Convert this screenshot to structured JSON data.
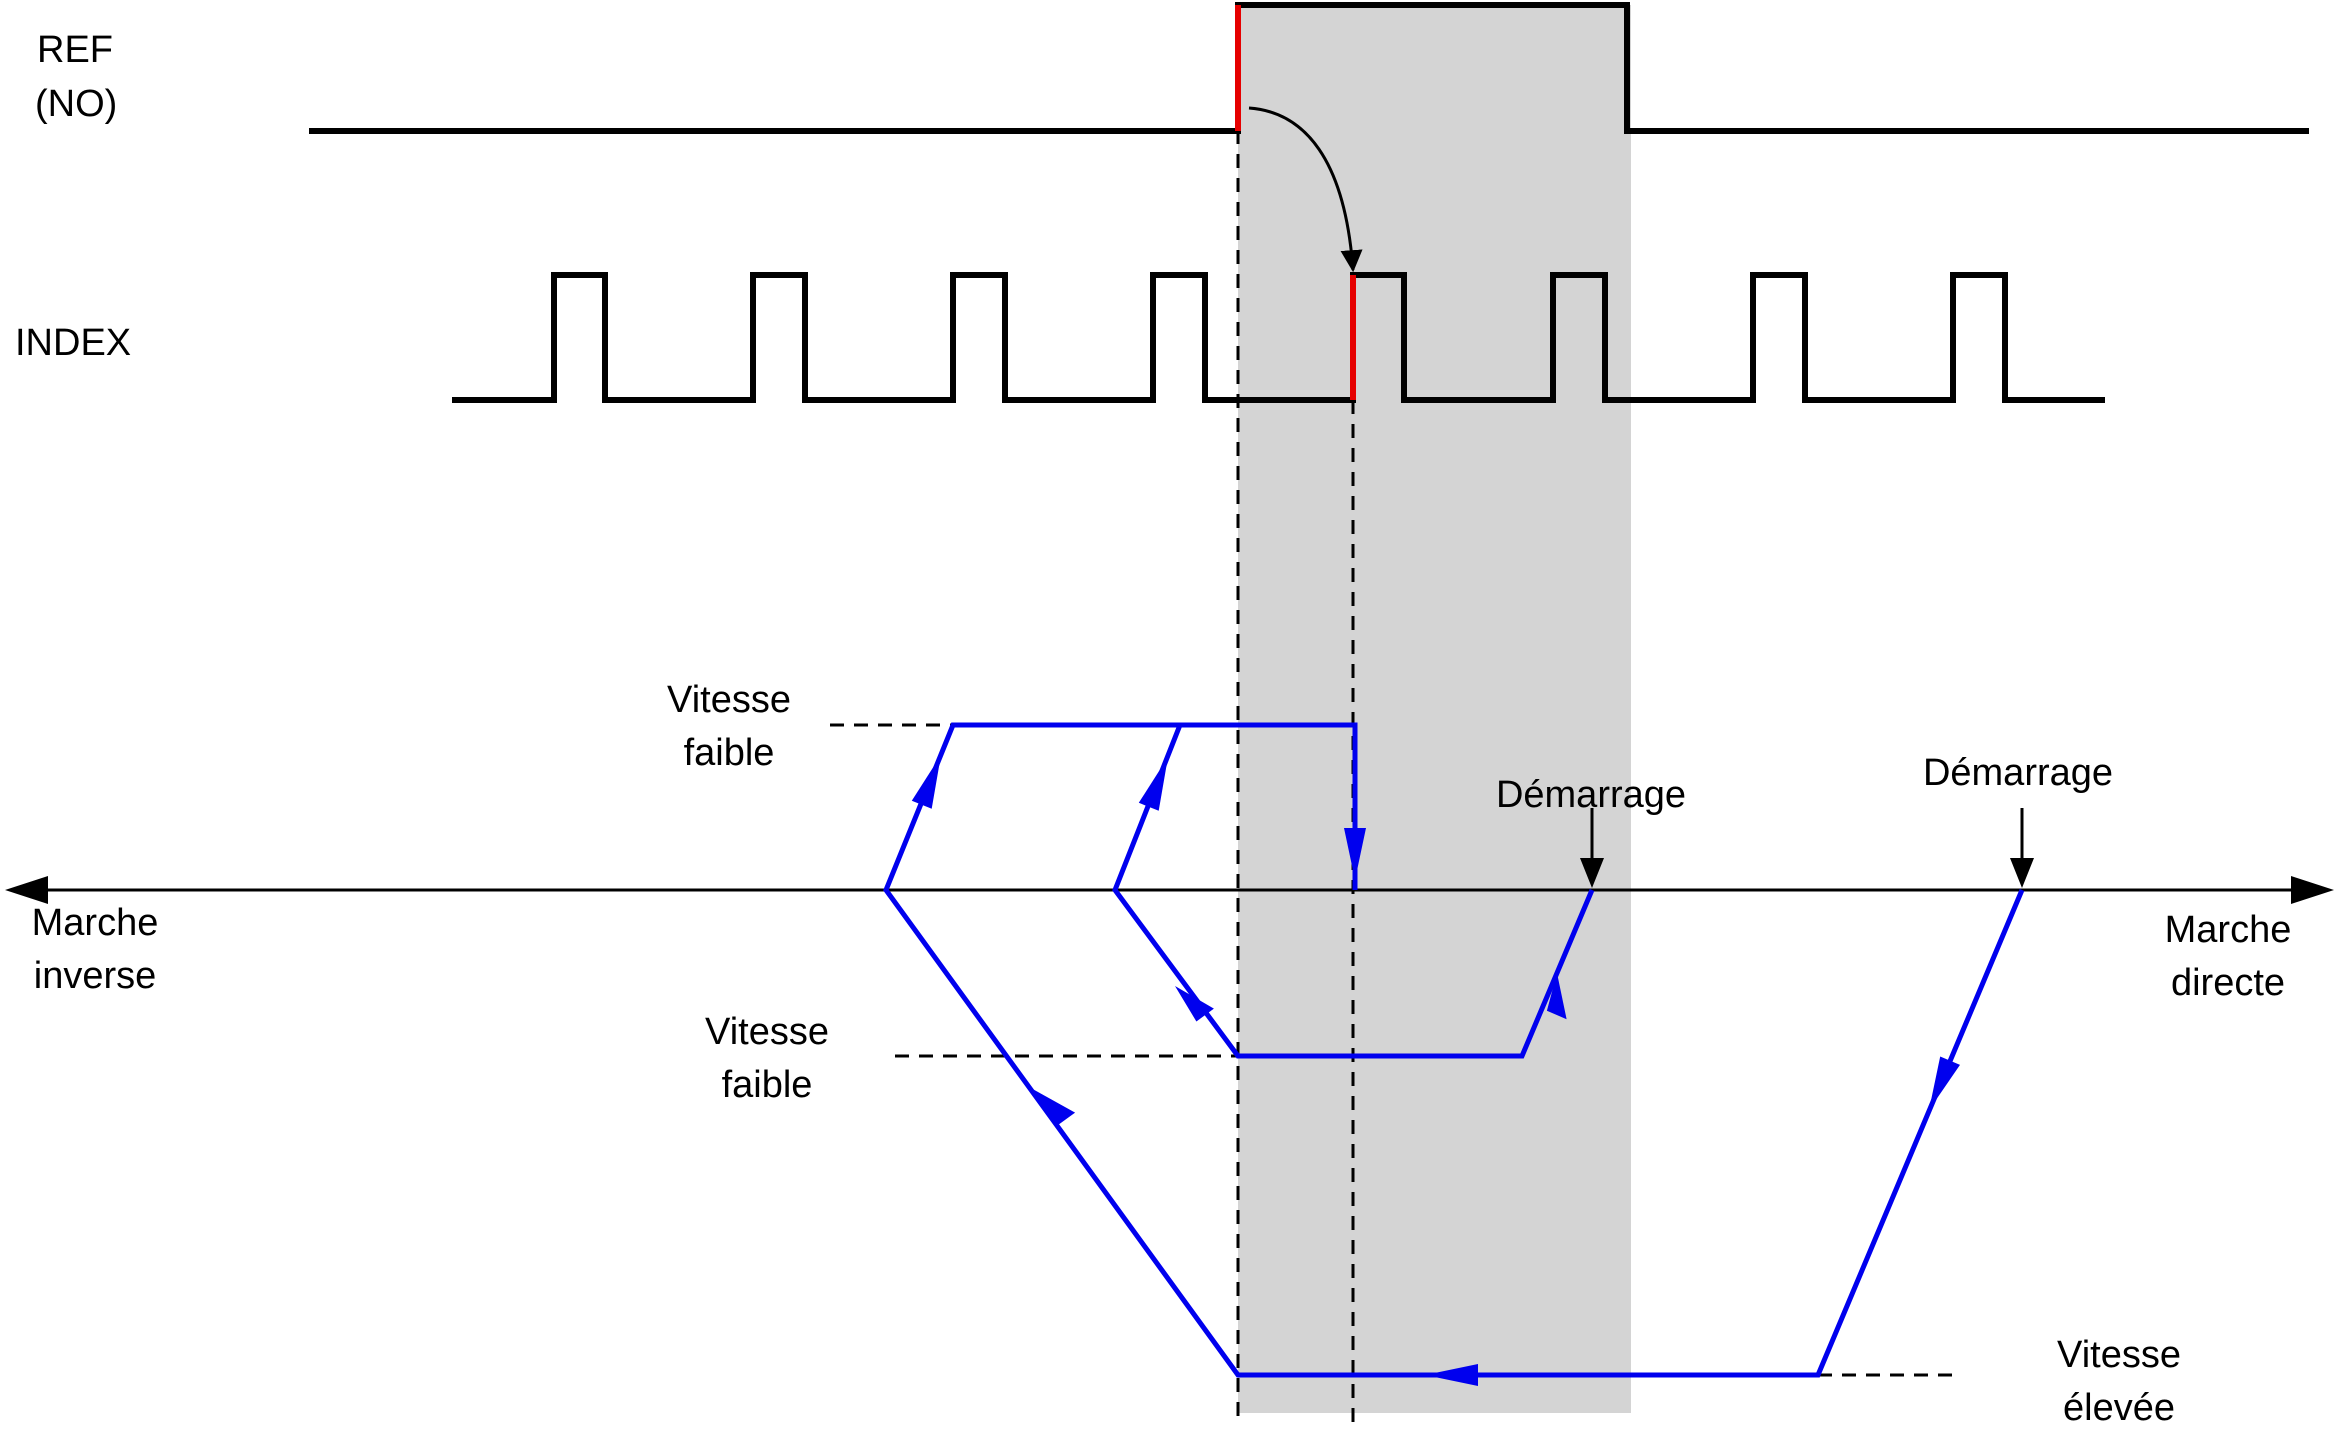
{
  "labels": {
    "ref_line1": "REF",
    "ref_line2": "(NO)",
    "index": "INDEX",
    "low_speed_top_1": "Vitesse",
    "low_speed_top_2": "faible",
    "low_speed_mid_1": "Vitesse",
    "low_speed_mid_2": "faible",
    "start_1": "Démarrage",
    "start_2": "Démarrage",
    "reverse_1": "Marche",
    "reverse_2": "inverse",
    "forward_1": "Marche",
    "forward_2": "directe",
    "high_speed_1": "Vitesse",
    "high_speed_2": "élevée"
  },
  "colors": {
    "signal": "#000000",
    "edge_highlight": "#e60000",
    "velocity_path": "#0000ee",
    "zone_fill": "#d4d4d4"
  }
}
